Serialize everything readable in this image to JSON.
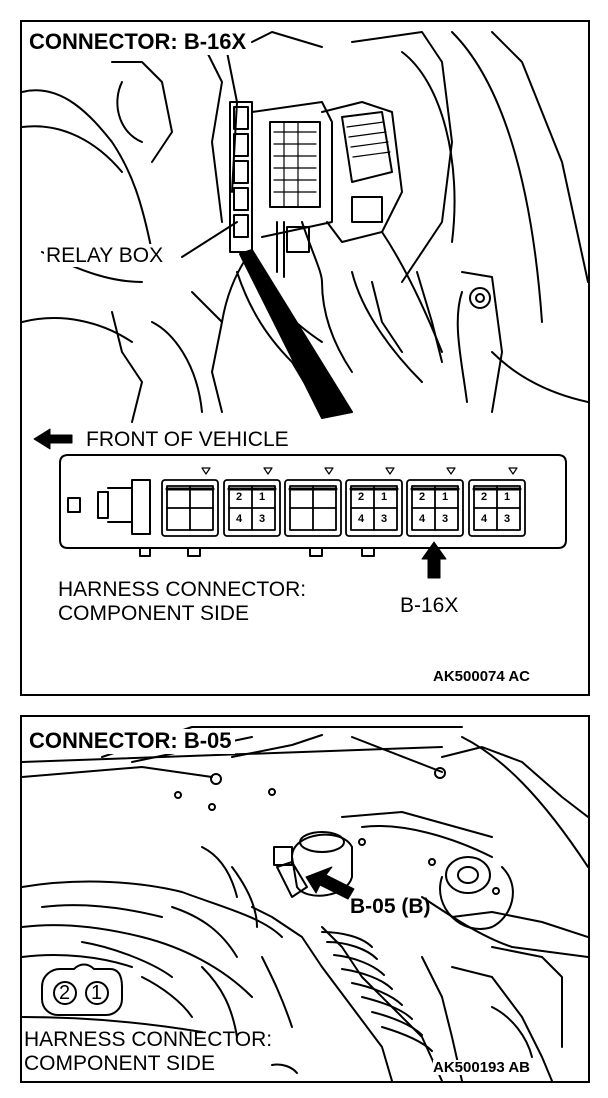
{
  "top_figure": {
    "title": "CONNECTOR: B-16X",
    "relay_box_label": "RELAY BOX",
    "front_label": "FRONT OF VEHICLE",
    "harness_line1": "HARNESS CONNECTOR:",
    "harness_line2": "COMPONENT SIDE",
    "target_connector": "B-16X",
    "figure_code": "AK500074 AC",
    "pin_numbers": [
      "2",
      "1",
      "4",
      "3"
    ]
  },
  "bottom_figure": {
    "title": "CONNECTOR: B-05",
    "connector_label": "B-05 (B)",
    "harness_line1": "HARNESS CONNECTOR:",
    "harness_line2": "COMPONENT SIDE",
    "figure_code": "AK500193 AB",
    "pin_numbers": [
      "2",
      "1"
    ]
  }
}
